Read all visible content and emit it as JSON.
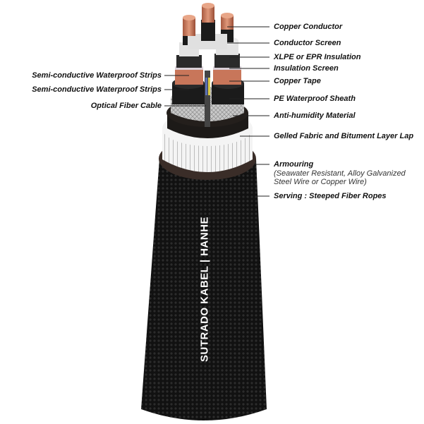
{
  "brand_text": "SUTRADO KABEL  |  HANHE",
  "labels_right": [
    {
      "text": "Copper Conductor"
    },
    {
      "text": "Conductor Screen"
    },
    {
      "text": "XLPE or EPR Insulation"
    },
    {
      "text": "Insulation Screen"
    },
    {
      "text": "Copper Tape"
    },
    {
      "text": "PE Waterproof Sheath"
    },
    {
      "text": "Anti-humidity Material"
    },
    {
      "text": "Gelled Fabric and Bitument Layer Lap"
    },
    {
      "text": "Armouring",
      "sub": [
        "(Seawater Resistant, Alloy Galvanized",
        "Steel Wire or Copper Wire)"
      ]
    },
    {
      "text": "Serving : Steeped Fiber Ropes"
    }
  ],
  "labels_left": [
    {
      "text": "Semi-conductive Waterproof Strips"
    },
    {
      "text": "Semi-conductive Waterproof Strips"
    },
    {
      "text": "Optical Fiber Cable"
    }
  ],
  "colors": {
    "copper": "#c8765a",
    "black": "#151515",
    "white_armour": "#f2f2f2",
    "xlpe": "#dcdcdc"
  }
}
